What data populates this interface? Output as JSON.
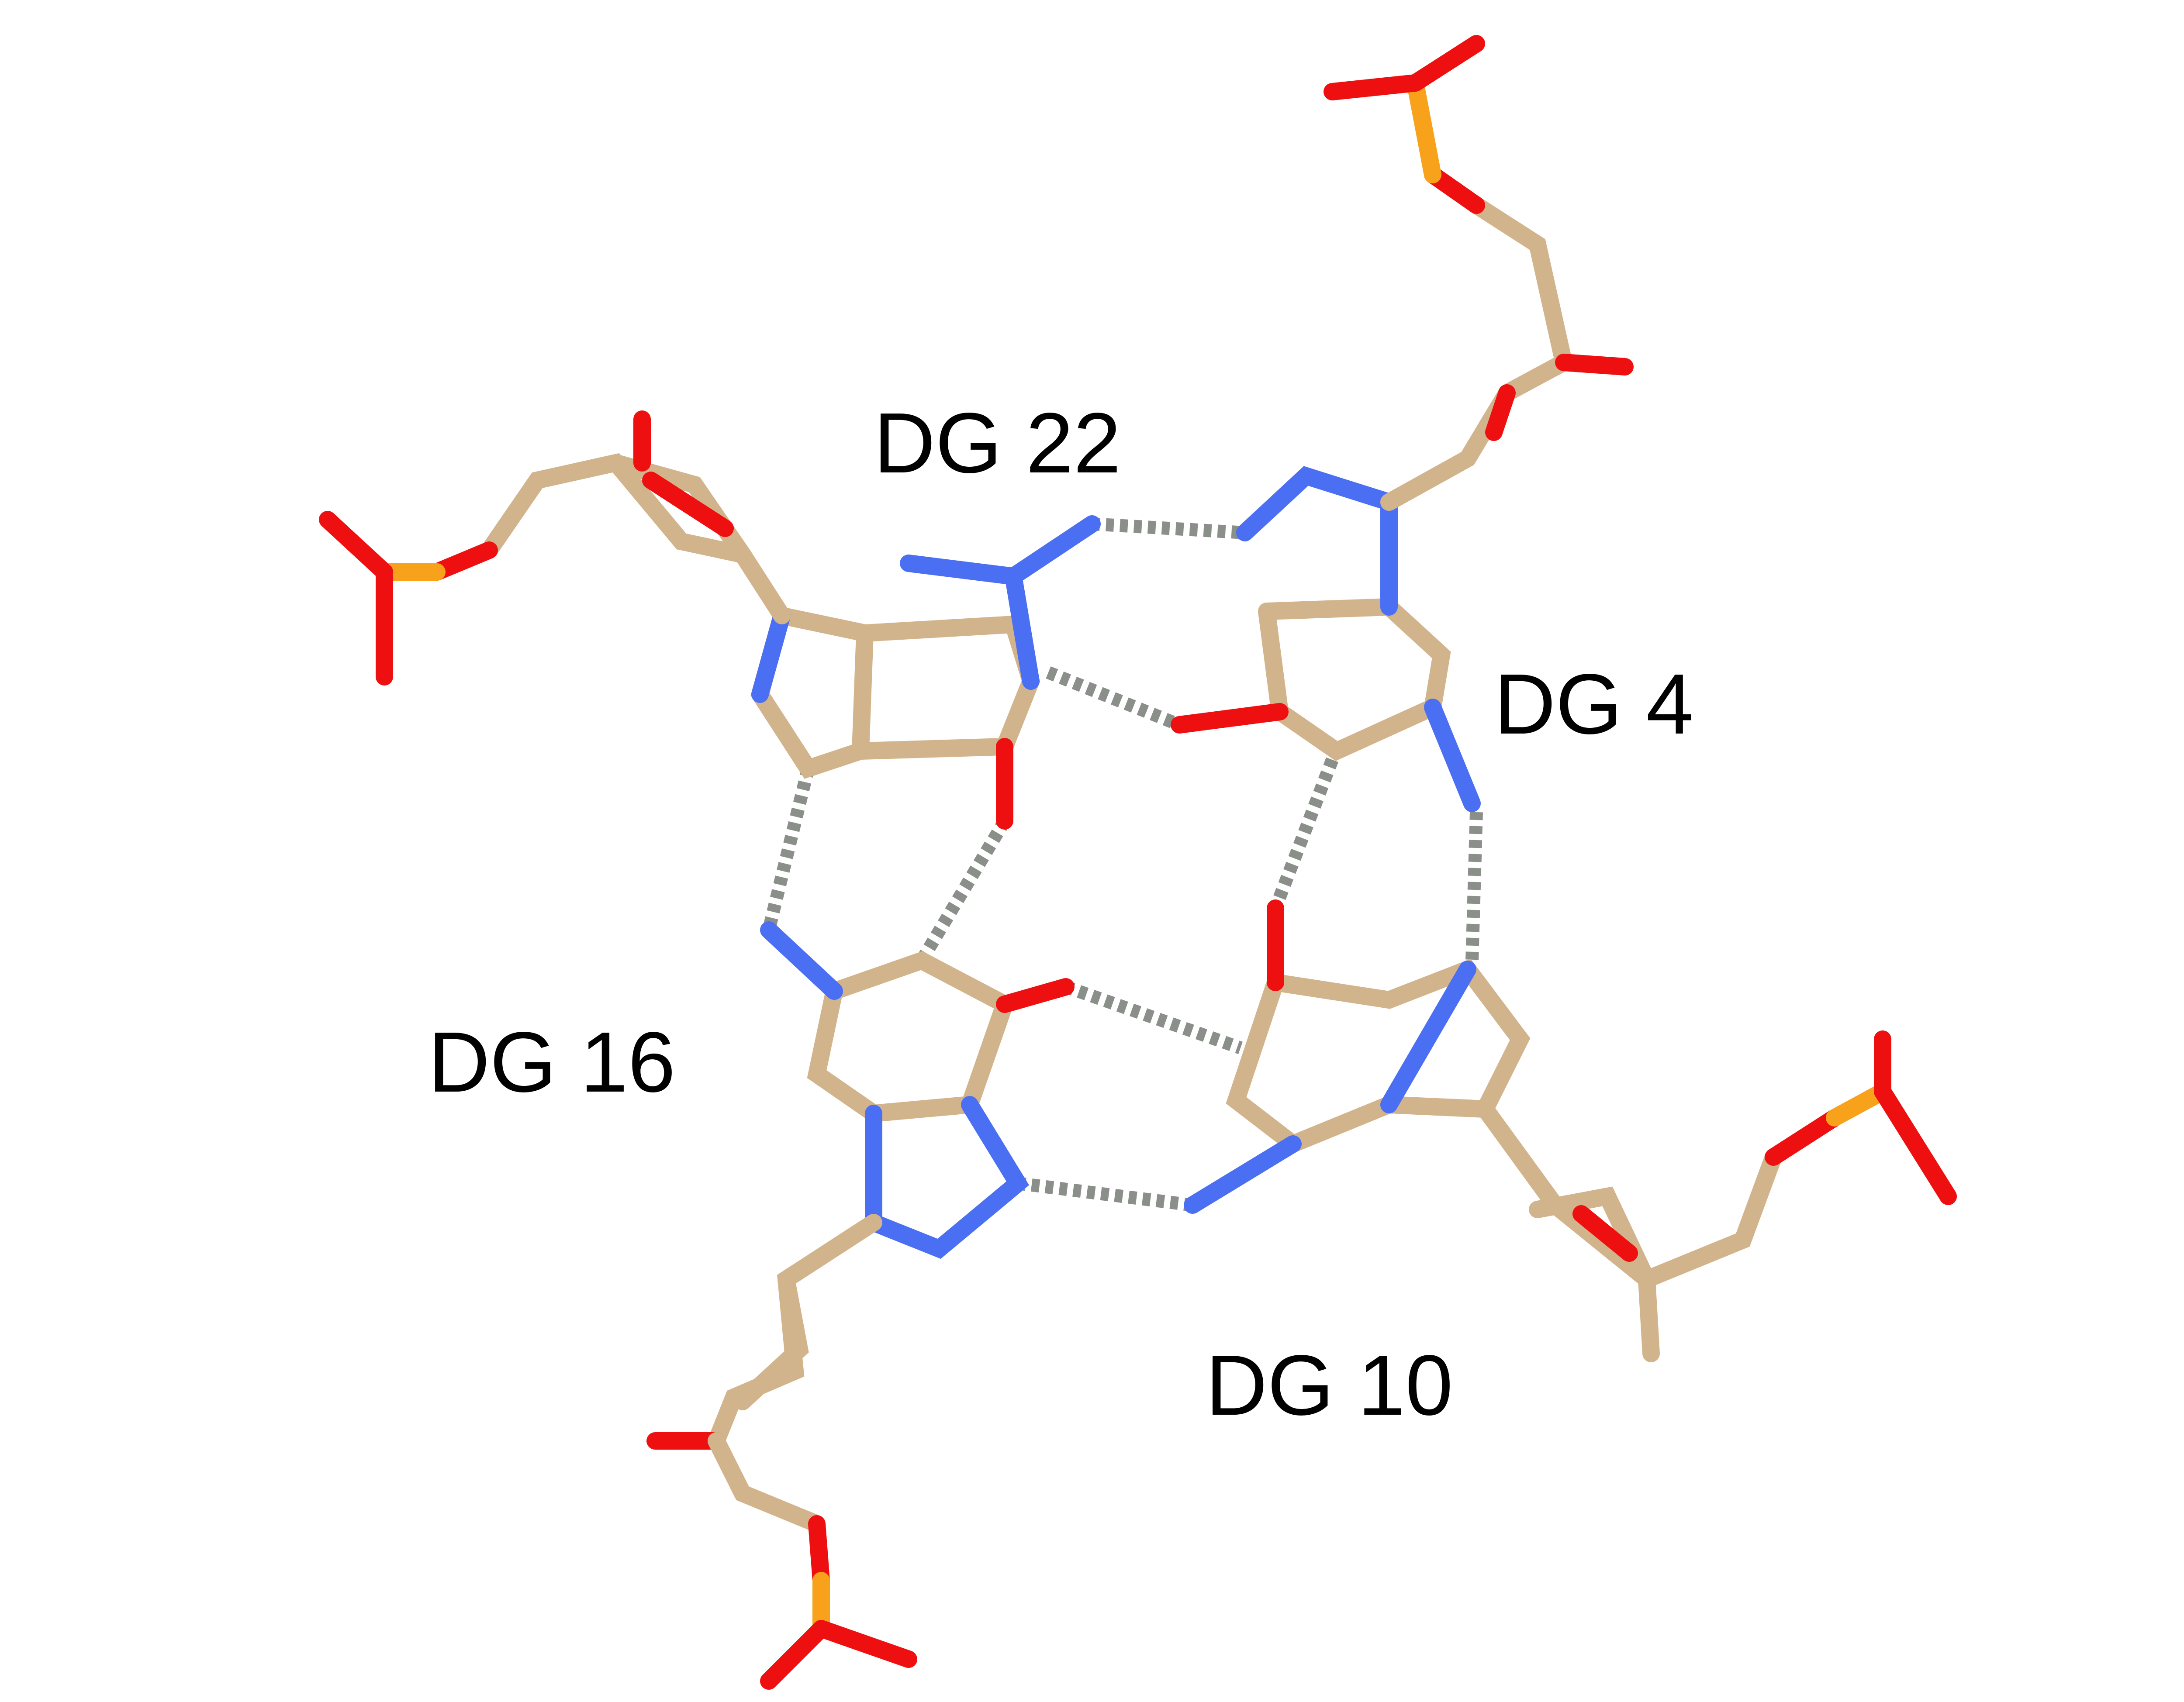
{
  "residues": [
    {
      "id": "dg22",
      "label": "DG 22"
    },
    {
      "id": "dg4",
      "label": "DG 4"
    },
    {
      "id": "dg16",
      "label": "DG 16"
    },
    {
      "id": "dg10",
      "label": "DG 10"
    }
  ],
  "colors": {
    "carbon": "#d2b48c",
    "nitrogen": "#4a6ff2",
    "oxygen": "#ee1010",
    "phosphorus": "#f7a21a",
    "hydrogen_bond": "#8a8f8a"
  }
}
